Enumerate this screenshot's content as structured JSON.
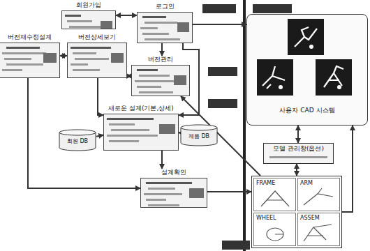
{
  "diagram": {
    "nodes": [
      {
        "text": [
          "회원가입"
        ]
      },
      {
        "text": [
          "로그인"
        ]
      },
      {
        "text": [
          "버전재수정설계"
        ]
      },
      {
        "text": [
          "버전상세보기"
        ]
      },
      {
        "text": [
          "버전관리"
        ]
      },
      {
        "text": [
          "사용자 CAD 시스템"
        ]
      },
      {
        "text": [
          "새로운 설계(기본,상세)"
        ]
      },
      {
        "text": [
          "회원 DB"
        ]
      },
      {
        "text": [
          "제품 DB"
        ]
      },
      {
        "text": [
          "모델 관리창(옵션)"
        ]
      },
      {
        "text": [
          "설계확인"
        ]
      },
      {
        "text": [
          "FRAME",
          "ARM",
          "WHEEL",
          "ASSEM"
        ]
      }
    ],
    "edges": [
      {
        "from": 0,
        "to": 1,
        "arrow": "both"
      },
      {
        "from": 1,
        "to": 4,
        "arrow": "to"
      },
      {
        "from": 4,
        "to": 3,
        "arrow": "both"
      },
      {
        "from": 3,
        "to": 2,
        "arrow": "both"
      },
      {
        "from": 3,
        "to": 6,
        "arrow": "to"
      },
      {
        "from": 2,
        "to": 10,
        "arrow": "to"
      },
      {
        "from": 6,
        "to": 10,
        "arrow": "to"
      },
      {
        "from": 1,
        "to": 6,
        "arrow": "to"
      },
      {
        "from": 1,
        "to": 5,
        "arrow": "to"
      },
      {
        "from": 7,
        "to": 6,
        "arrow": "to"
      },
      {
        "from": 8,
        "to": 6,
        "arrow": "to"
      },
      {
        "from": 5,
        "to": 9,
        "arrow": "both"
      },
      {
        "from": 9,
        "to": 11,
        "arrow": "both"
      },
      {
        "from": 11,
        "to": 5,
        "arrow": "to"
      },
      {
        "from": 10,
        "to": 11,
        "arrow": "to"
      },
      {
        "from": 11,
        "to": 4,
        "arrow": "to"
      }
    ]
  }
}
